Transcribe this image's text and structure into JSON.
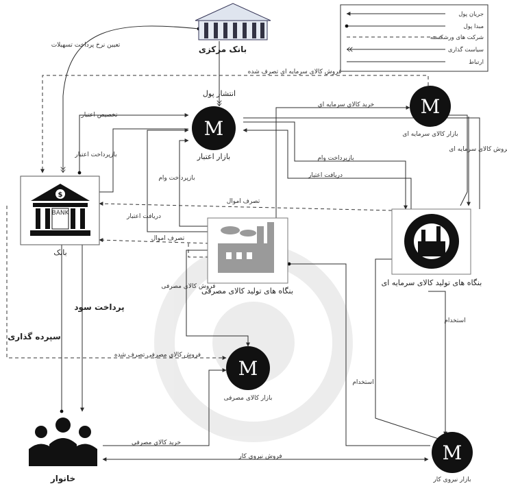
{
  "nodes": {
    "central_bank": "بانک مرکزی",
    "bank": "بانک",
    "bank_logo": "BANK",
    "credit_market": "بازار اعتبار",
    "capital_goods_market": "بازار کالای سرمایه ای",
    "consumer_firms": "بنگاه های تولید کالای مصرفی",
    "capital_firms": "بنگاه های تولید کالای سرمایه ای",
    "consumer_goods_market": "بازار کالای مصرفی",
    "labor_market": "بازار نیروی کار",
    "households": "خانوار"
  },
  "market_symbol": "M",
  "legend": {
    "money_flow": "جریان پول",
    "money_source": "مبدا پول",
    "bankrupt_firms": "شرکت های ورشکسته",
    "policy_making": "سیاست گذاری",
    "connection": "ارتباط"
  },
  "edge_labels": {
    "interest_rate_setting": "تعیین نرخ پرداخت تسهیلات",
    "money_issuance": "انتشار پول",
    "sale_capital_bankrupt": "فروش کالای سرمایه ای تصرف شده",
    "credit_allocation": "تخصیص اعتبار",
    "credit_repayment": "بازپرداخت اعتبار",
    "loan_repayment_1": "بازپرداخت وام",
    "credit_receipt_1": "دریافت اعتبار",
    "buy_capital_goods": "خرید کالای سرمایه ای",
    "sell_capital_goods": "فروش کالای سرمایه ای",
    "loan_repayment_2": "بازپرداخت وام",
    "credit_receipt_2": "دریافت اعتبار",
    "asset_seizure_1": "تصرف اموال",
    "asset_seizure_2": "تصرف اموال",
    "sell_consumer_goods": "فروش کالای مصرفی",
    "interest_payment": "پرداخت سود",
    "deposit": "سپرده گذاری",
    "sale_consumer_bankrupt": "فروش کالای مصرفی تصرف شده",
    "employment_1": "استخدام",
    "employment_2": "استخدام",
    "buy_consumer_goods": "خرید کالای مصرفی",
    "sell_labor": "فروش نیروی کار"
  }
}
